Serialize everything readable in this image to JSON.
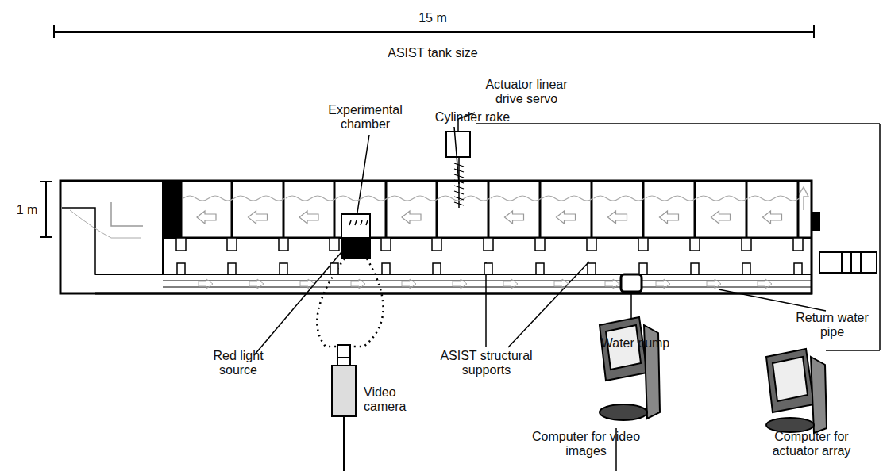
{
  "diagram": {
    "labels": [
      "15 m",
      "ASIST tank size",
      "Actuator linear drive servo",
      "Experimental chamber",
      "Cylinder rake",
      "1 m",
      "Red light source",
      "ASIST structural supports",
      "Water pump",
      "Return water pipe",
      "Video camera",
      "Computer for video images",
      "Computer for actuator array"
    ]
  }
}
